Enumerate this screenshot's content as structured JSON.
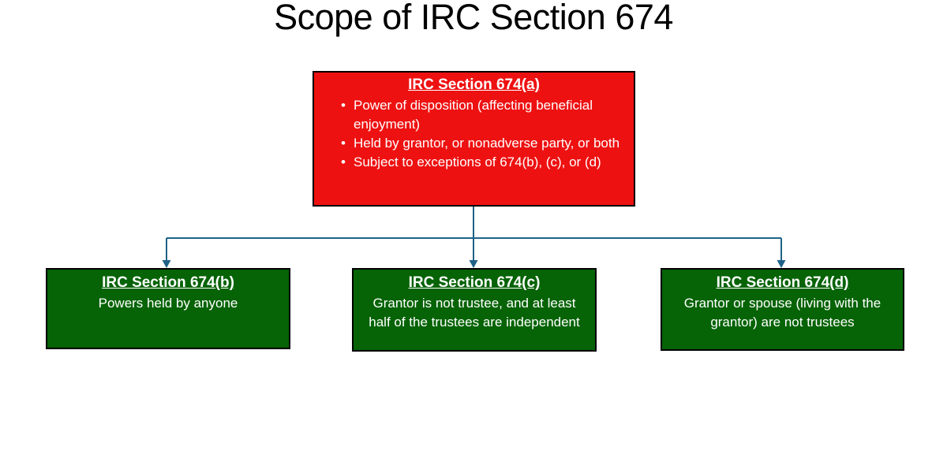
{
  "title": "Scope of IRC Section 674",
  "boxes": {
    "a": {
      "heading": "IRC Section 674(a)",
      "bullets": [
        "Power of disposition (affecting beneficial enjoyment)",
        "Held by grantor, or nonadverse party, or both",
        "Subject to exceptions of 674(b), (c), or (d)"
      ]
    },
    "b": {
      "heading": "IRC Section 674(b)",
      "body": "Powers held by anyone"
    },
    "c": {
      "heading": "IRC Section 674(c)",
      "body": "Grantor is not trustee, and at least half of the trustees are independent"
    },
    "d": {
      "heading": "IRC Section 674(d)",
      "body": "Grantor or spouse (living with the grantor) are not trustees"
    }
  },
  "colors": {
    "box-red": "#EE1111",
    "box-green": "#066306",
    "connector": "#1F6287",
    "border": "#000000",
    "text-light": "#FFFFFF"
  }
}
